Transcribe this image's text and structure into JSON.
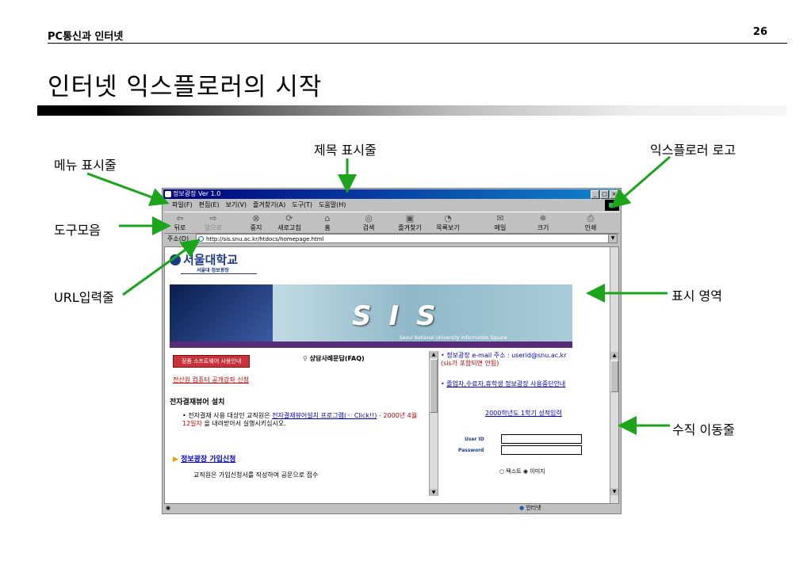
{
  "header": {
    "section": "PC통신과 인터넷",
    "page_number": "26"
  },
  "slide_title": "인터넷 익스플로러의 시작",
  "callouts": {
    "menu_bar": "메뉴 표시줄",
    "title_bar": "제목 표시줄",
    "ie_logo": "익스플로러 로고",
    "toolbar": "도구모음",
    "url_bar": "URL입력줄",
    "display_area": "표시 영역",
    "vertical_scroll": "수직 이동줄"
  },
  "browser": {
    "title": "정보광장 Ver 1.0",
    "menu": [
      "파일(F)",
      "편집(E)",
      "보기(V)",
      "즐겨찾기(A)",
      "도구(T)",
      "도움말(H)"
    ],
    "toolbar": [
      {
        "label": "뒤로",
        "icon": "back-arrow-icon"
      },
      {
        "label": "앞으로",
        "icon": "forward-arrow-icon"
      },
      {
        "label": "중지",
        "icon": "stop-icon"
      },
      {
        "label": "새로고침",
        "icon": "refresh-icon"
      },
      {
        "label": "홈",
        "icon": "home-icon"
      },
      {
        "label": "검색",
        "icon": "search-icon"
      },
      {
        "label": "즐겨찾기",
        "icon": "favorites-icon"
      },
      {
        "label": "목록보기",
        "icon": "history-icon"
      },
      {
        "label": "메일",
        "icon": "mail-icon"
      },
      {
        "label": "크기",
        "icon": "font-size-icon"
      },
      {
        "label": "인쇄",
        "icon": "print-icon"
      }
    ],
    "address_label": "주소(D)",
    "url": "http://sis.snu.ac.kr/htdocs/homepage.html",
    "status_zone": "인터넷",
    "page": {
      "logo": "서울대학교",
      "logo_sub": "서울대 정보광장",
      "banner_letters": "SIS",
      "banner_tagline": "Seoul National University Information Square",
      "notice_button": "정품 소프트웨어 사용안내",
      "faq": "상담사례문답(FAQ)",
      "lecture_link": "전산원 컴퓨터 공개강좌 신청",
      "approval_heading": "전자결재뷰어 설치",
      "approval_text_1": "전자결재 사용 대상인 교직원은 ",
      "approval_link": "전자결재뷰어설치 프로그램(☜ Click!!)",
      "approval_date": " - 2000년 4월 12일자",
      "approval_text_2": " 을 내려받아서 실행시키십시오.",
      "signup_heading": "정보광장 가입신청",
      "cutoff_text": "교직원은 가입신청서를 작성하여 공문으로 접수",
      "email_line": "정보광장 e-mail 주소 : userid@snu.ac.kr",
      "email_note": "(sis가 포함되면 안됨)",
      "graduate_link": "졸업자,수료자,휴학생 정보광장 사용중단안내",
      "grades_link": "2000학년도 1학기 성적입력",
      "user_id_label": "User ID",
      "password_label": "Password",
      "mode_text": "텍스트",
      "mode_image": "이미지"
    }
  }
}
